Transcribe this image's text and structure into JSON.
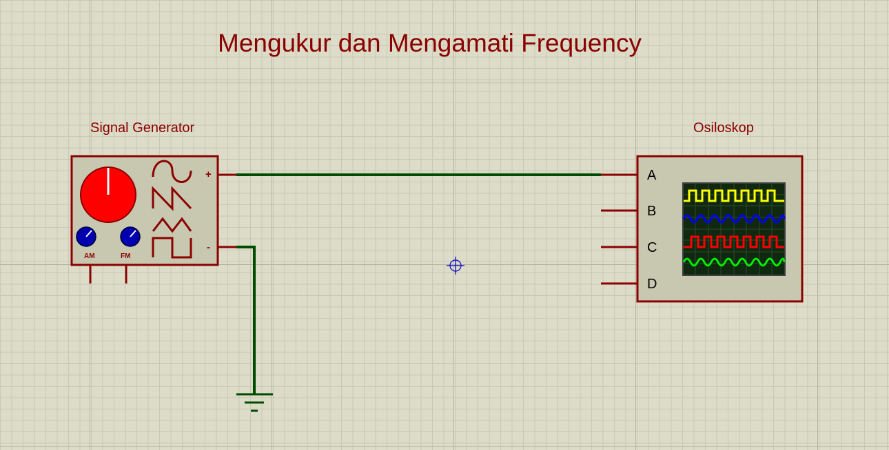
{
  "schematic": {
    "title": "Mengukur dan Mengamati Frequency",
    "signal_generator": {
      "label": "Signal Generator",
      "knob_am": "AM",
      "knob_fm": "FM",
      "terminal_positive": "+",
      "terminal_negative": "-",
      "waveforms": [
        "sine-icon",
        "sawtooth-icon",
        "triangle-icon",
        "square-icon"
      ]
    },
    "oscilloscope": {
      "label": "Osiloskop",
      "channels": [
        "A",
        "B",
        "C",
        "D"
      ],
      "trace_colors": [
        "#ffff00",
        "#0000ff",
        "#ff0000",
        "#00ee00"
      ]
    }
  },
  "colors": {
    "background": "#dcdcc8",
    "component_outline": "#8b0000",
    "component_fill": "#c8c8b0",
    "wire": "#004d00",
    "main_knob": "#ff0000",
    "small_knob": "#0000b0",
    "cursor": "#0000c8"
  }
}
